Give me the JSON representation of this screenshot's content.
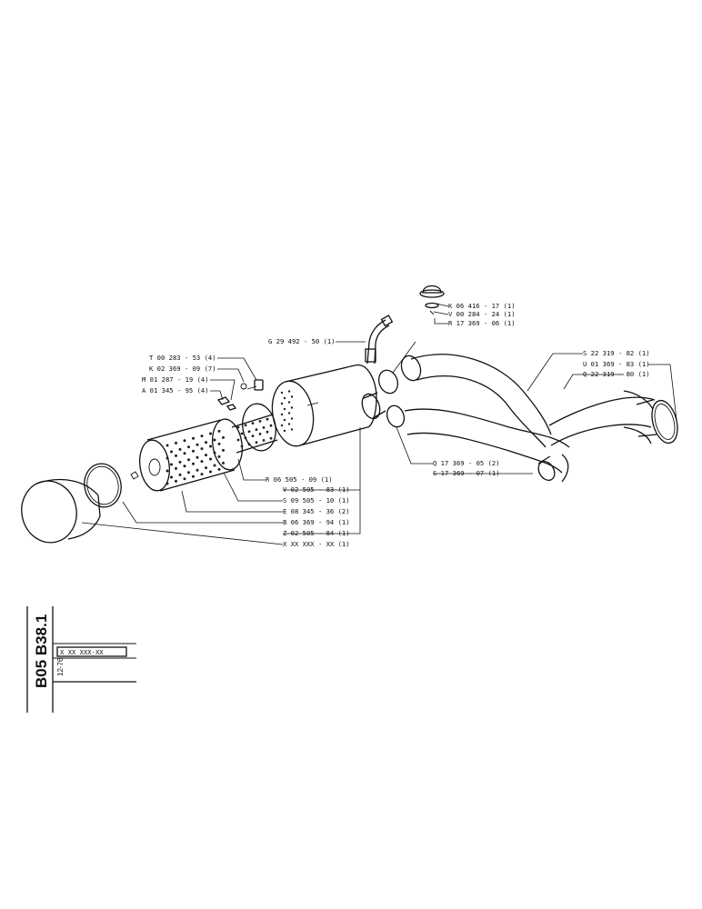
{
  "labels": {
    "k06416": "K 06 416 - 17 (1)",
    "v00284": "V 00 284 - 24 (1)",
    "r17369": "R 17 369 - 06 (1)",
    "g29492": "G 29 492 - 50 (1)",
    "t00283": "T 00 283 - 53 (4)",
    "k02369": "K 02 369 - 09 (7)",
    "m01287": "M 01 287 - 19 (4)",
    "a01345": "A 01 345 - 95 (4)",
    "s22319": "S 22 319 - 82 (1)",
    "u01369": "U 01 369 - 83 (1)",
    "q22319": "Q 22 319 - 80 (1)",
    "r06505": "R 06 505 - 09 (1)",
    "v02505": "V 02 505 - 83 (1)",
    "s09505": "S 09 505 - 10 (1)",
    "e08345": "E 08 345 - 36 (2)",
    "b06369": "B 06 369 - 94 (1)",
    "z02505": "Z 02 505 - 84 (1)",
    "xxx": "X XX XXX - XX (1)",
    "q17369": "Q 17 369 - 05 (2)",
    "s17369": "S 17 369 - 07 (1)"
  },
  "title_block": {
    "drawing_number": "B05 B38.1",
    "date": "12-76",
    "part_reference": "X XX XXX-XX"
  }
}
